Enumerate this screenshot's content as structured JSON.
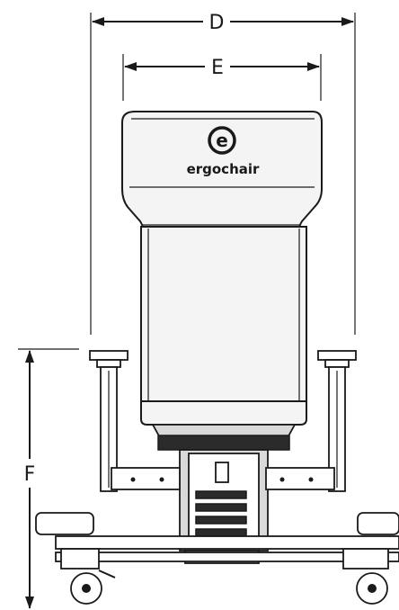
{
  "dimensions": {
    "d_label": "D",
    "e_label": "E",
    "f_label": "F"
  },
  "brand": {
    "name": "ergochair",
    "logo_letter": "e"
  },
  "colors": {
    "line": "#1a1a1a",
    "body": "#f4f4f4",
    "grey": "#d9d9d9"
  }
}
